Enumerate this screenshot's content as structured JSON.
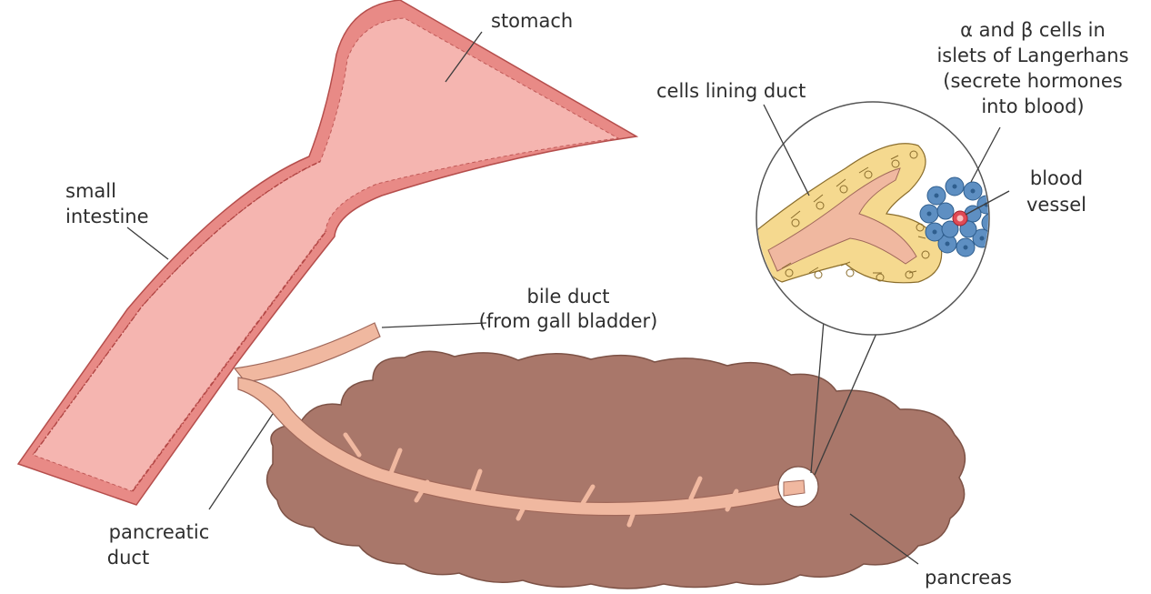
{
  "labels": {
    "stomach": "stomach",
    "small_intestine_1": "small",
    "small_intestine_2": "intestine",
    "cells_lining_duct": "cells lining duct",
    "alpha_beta_1": "α and β cells in",
    "alpha_beta_2": "islets of Langerhans",
    "alpha_beta_3": "(secrete hormones",
    "alpha_beta_4": "into blood)",
    "blood_vessel_1": "blood",
    "blood_vessel_2": "vessel",
    "bile_duct_1": "bile duct",
    "bile_duct_2": "(from gall bladder)",
    "pancreatic_duct_1": "pancreatic",
    "pancreatic_duct_2": "duct",
    "pancreas": "pancreas"
  },
  "colors": {
    "gut_wall": "#e88a86",
    "gut_lumen": "#f5b5b0",
    "pancreas": "#a9776a",
    "duct": "#f0b8a0",
    "islet_cells": "#5e8fc2",
    "acinar_cells": "#f5d98f",
    "blood_vessel": "#e04a55"
  }
}
